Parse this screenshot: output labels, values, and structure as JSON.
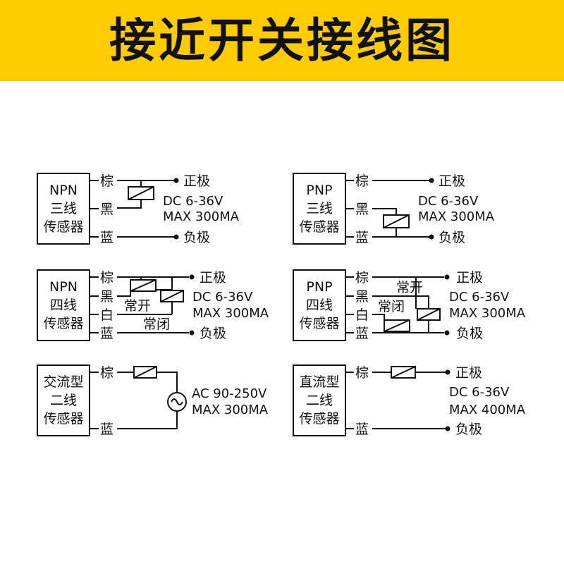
{
  "title": "接近开关接线图",
  "d1": {
    "box": [
      "NPN",
      "三线",
      "传感器"
    ],
    "wires": [
      "棕",
      "黑",
      "蓝"
    ],
    "pos": "正极",
    "neg": "负极",
    "spec": [
      "DC 6-36V",
      "MAX 300MA"
    ]
  },
  "d2": {
    "box": [
      "PNP",
      "三线",
      "传感器"
    ],
    "wires": [
      "棕",
      "黑",
      "蓝"
    ],
    "pos": "正极",
    "neg": "负极",
    "spec": [
      "DC 6-36V",
      "MAX 300MA"
    ]
  },
  "d3": {
    "box": [
      "NPN",
      "四线",
      "传感器"
    ],
    "wires": [
      "棕",
      "黑",
      "白",
      "蓝"
    ],
    "no": "常开",
    "nc": "常闭",
    "pos": "正极",
    "neg": "负极",
    "spec": [
      "DC 6-36V",
      "MAX 300MA"
    ]
  },
  "d4": {
    "box": [
      "PNP",
      "四线",
      "传感器"
    ],
    "wires": [
      "棕",
      "黑",
      "白",
      "蓝"
    ],
    "no": "常开",
    "nc": "常闭",
    "pos": "正极",
    "neg": "负极",
    "spec": [
      "DC 6-36V",
      "MAX 300MA"
    ]
  },
  "d5": {
    "box": [
      "交流型",
      "二线",
      "传感器"
    ],
    "wires": [
      "棕",
      "蓝"
    ],
    "spec": [
      "AC 90-250V",
      "MAX 300MA"
    ]
  },
  "d6": {
    "box": [
      "直流型",
      "二线",
      "传感器"
    ],
    "wires": [
      "棕",
      "蓝"
    ],
    "pos": "正极",
    "neg": "负极",
    "spec": [
      "DC 6-36V",
      "MAX 400MA"
    ]
  }
}
